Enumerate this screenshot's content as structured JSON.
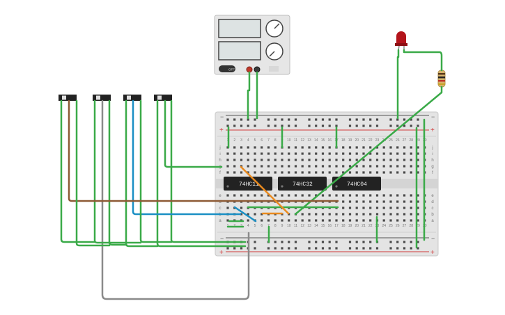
{
  "chips": [
    {
      "id": "chip-74hc11",
      "label": "74HC11"
    },
    {
      "id": "chip-74hc32",
      "label": "74HC32"
    },
    {
      "id": "chip-74hc04",
      "label": "74HC04"
    }
  ],
  "breadboard": {
    "row_labels_top": [
      "j",
      "i",
      "h",
      "g",
      "f"
    ],
    "row_labels_bottom": [
      "e",
      "d",
      "c",
      "b",
      "a"
    ],
    "column_numbers": [
      "1",
      "2",
      "3",
      "4",
      "5",
      "6",
      "7",
      "8",
      "9",
      "10",
      "11",
      "12",
      "13",
      "14",
      "15",
      "16",
      "17",
      "18",
      "19",
      "20",
      "21",
      "22",
      "23",
      "24",
      "25",
      "26",
      "27",
      "28",
      "29",
      "30"
    ],
    "rail_plus": "+",
    "rail_minus": "−"
  },
  "power_supply": {
    "off_label": "OFF"
  },
  "colors": {
    "wire_green": "#3aaa48",
    "wire_brown": "#8d5a35",
    "wire_blue": "#1a8fc4",
    "wire_orange": "#e98a1f",
    "wire_gray": "#8a8a8a",
    "led_red": "#b3141b",
    "rail_red": "#d23a3a",
    "rail_dark": "#555555",
    "chip_body": "#222222"
  },
  "icons": {
    "switch": "slide-switch-icon",
    "led": "led-icon",
    "resistor": "resistor-icon"
  }
}
